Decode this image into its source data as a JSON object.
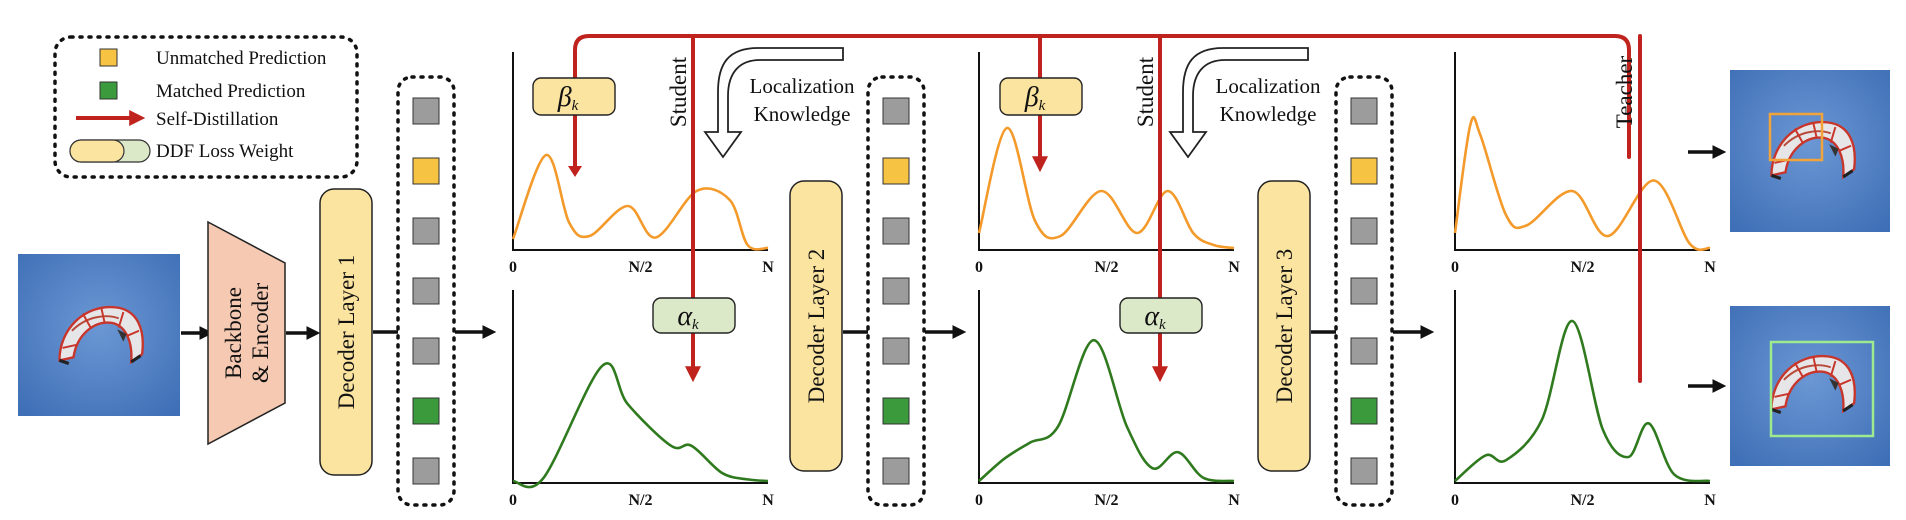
{
  "legend": {
    "unmatched_label": "Unmatched Prediction",
    "matched_label": "Matched Prediction",
    "distill_label": "Self-Distillation",
    "weight_label": "DDF Loss Weight"
  },
  "modules": {
    "backbone_line1": "Backbone",
    "backbone_line2": "& Encoder",
    "decoder1": "Decoder Layer 1",
    "decoder2": "Decoder Layer 2",
    "decoder3": "Decoder Layer 3"
  },
  "labels": {
    "student": "Student",
    "teacher": "Teacher",
    "loc_line1": "Localization",
    "loc_line2": "Knowledge",
    "beta": "β",
    "alpha": "α",
    "sub_k": "k"
  },
  "axis": {
    "start": "0",
    "mid": "N/2",
    "end": "N"
  },
  "query_column": [
    "unmatched-gray",
    "unmatched-yellow",
    "unmatched-gray",
    "unmatched-gray",
    "unmatched-gray",
    "matched-green",
    "unmatched-gray"
  ],
  "colors": {
    "unmatched": "#f6c343",
    "matched": "#3a9a3c",
    "gray": "#9c9c9c",
    "distill": "#c0231d",
    "orange_curve": "#f39a2b",
    "green_curve": "#2f7a1e",
    "decoder_fill": "#fbe3a0",
    "backbone_fill": "#f5c9b2",
    "image_bg": "#4f7fc4"
  }
}
